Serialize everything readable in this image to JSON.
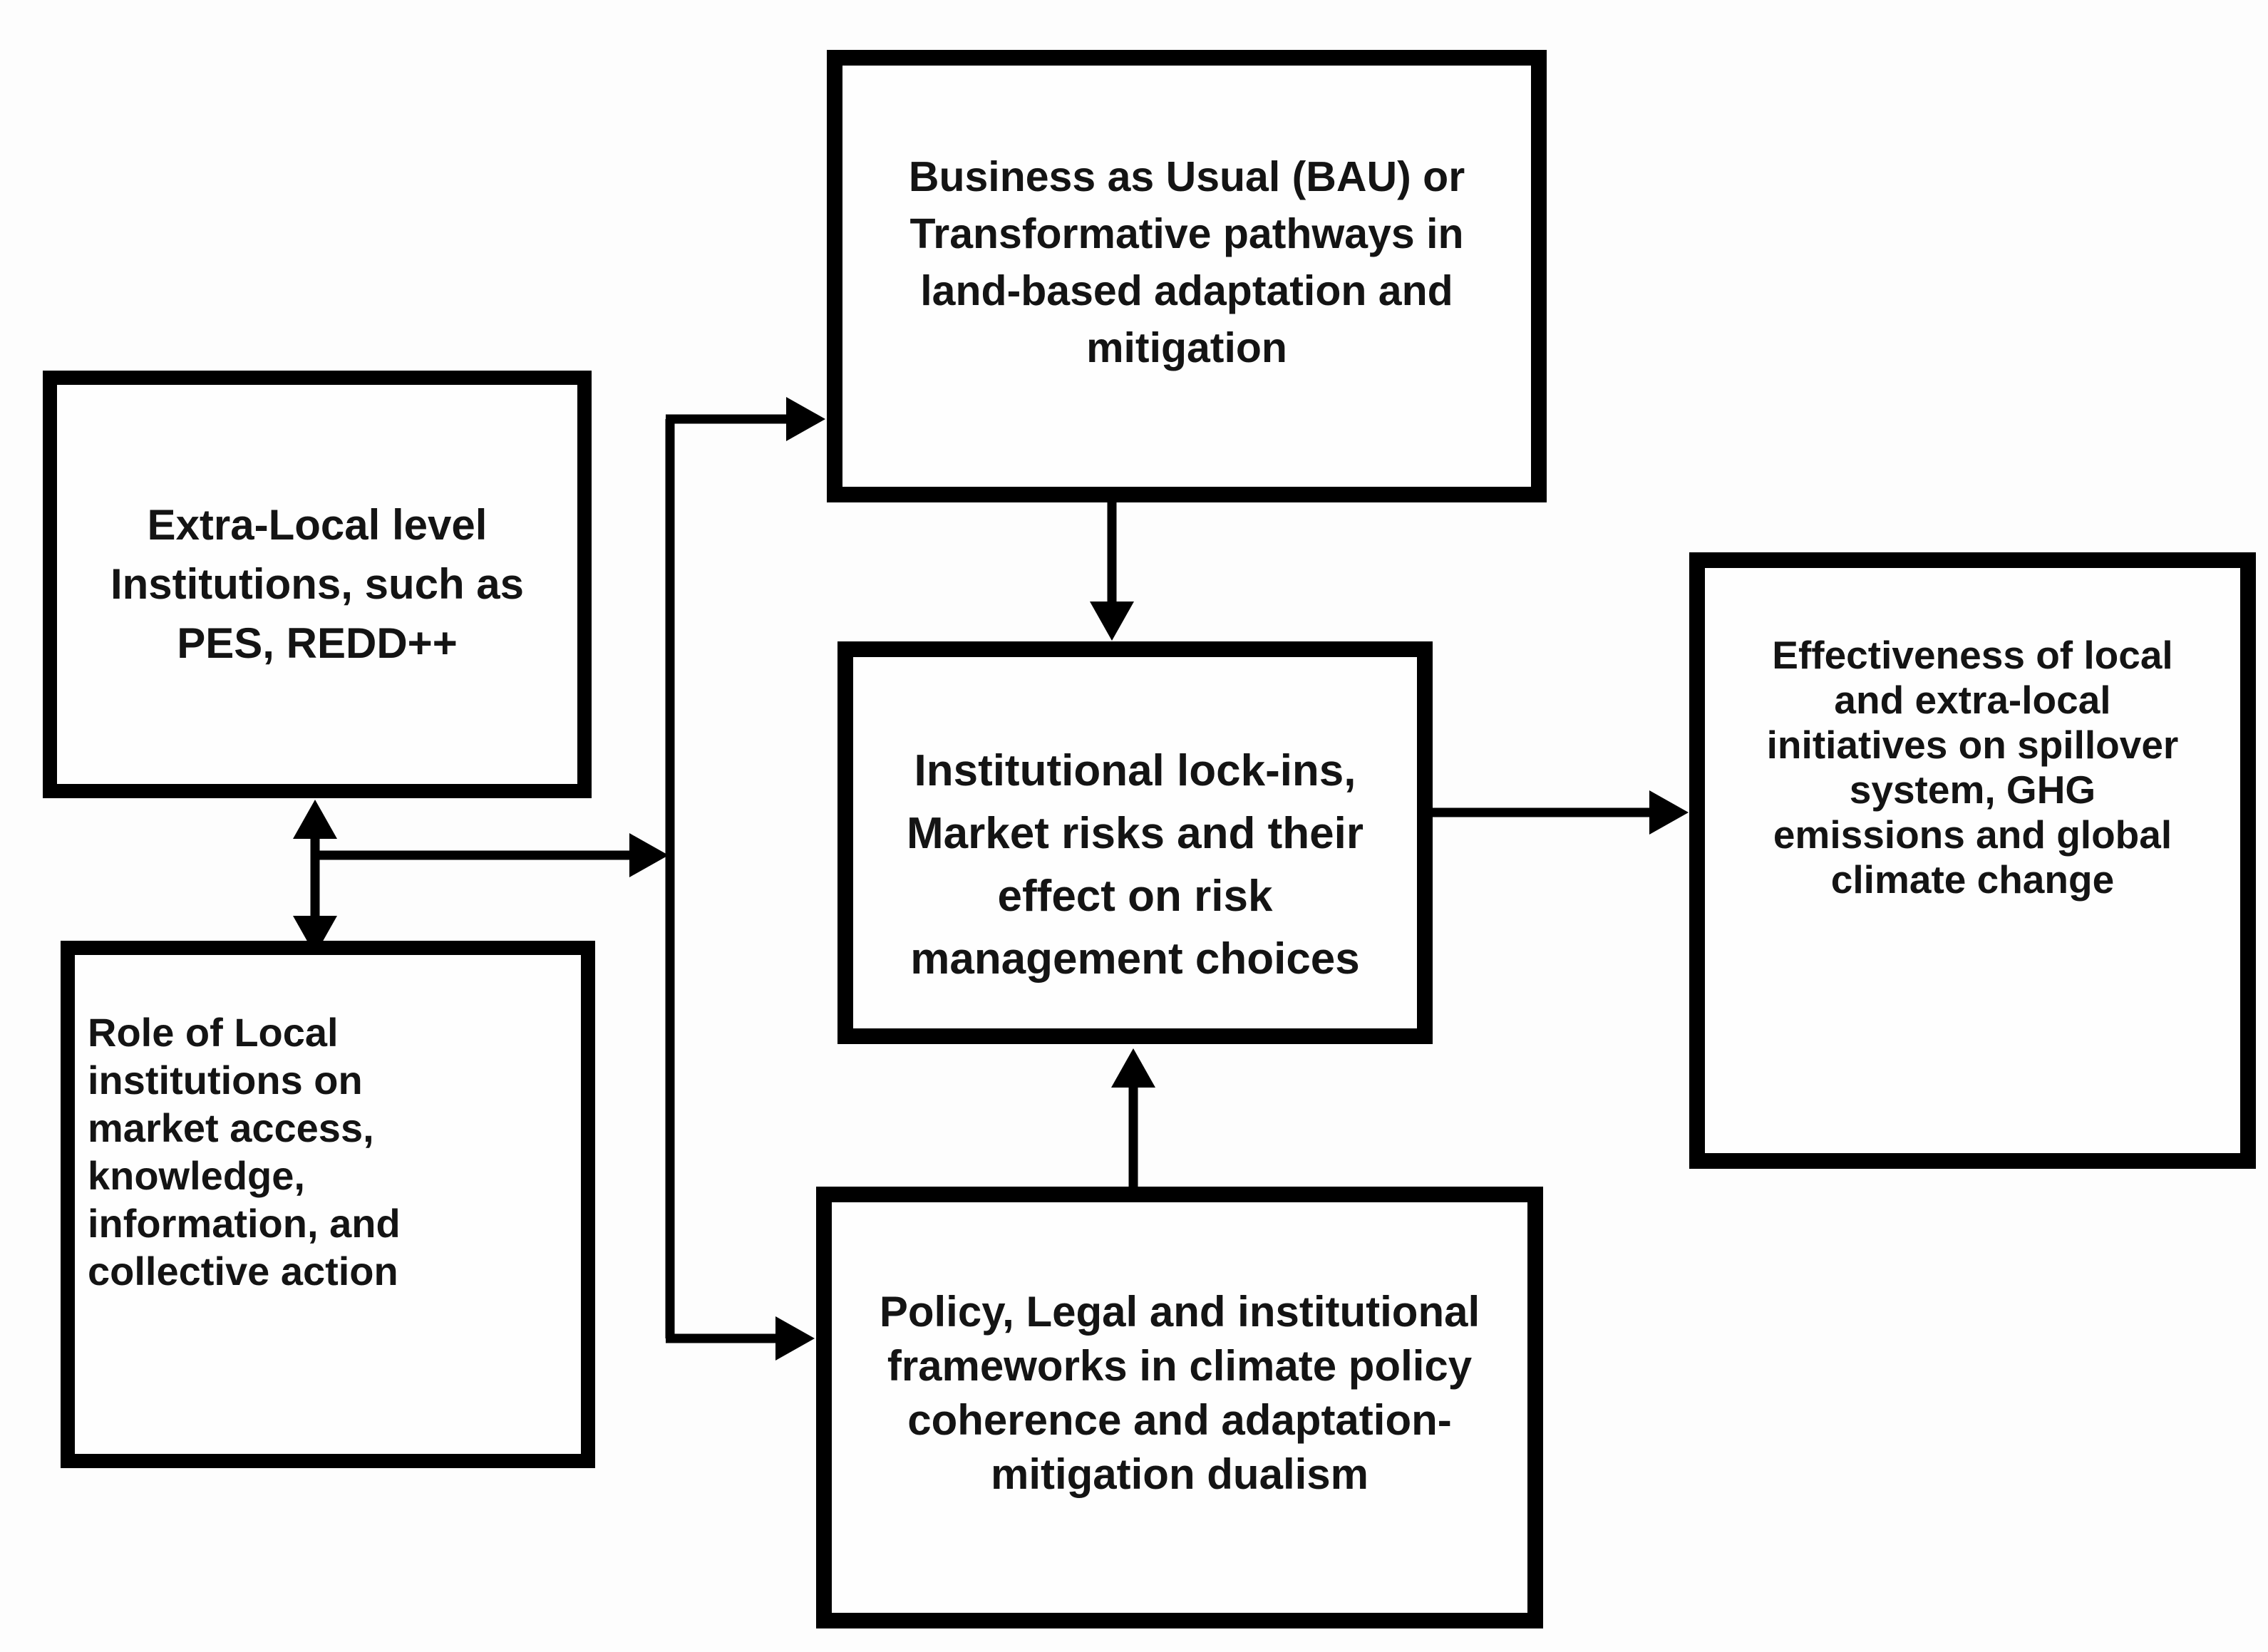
{
  "diagram": {
    "background_color": "#fdfdfd",
    "box_border_color": "#000000",
    "connector_color": "#000000",
    "text_color": "#141414",
    "boxes": {
      "extra_local": {
        "label": "Extra-Local level\nInstitutions, such as\nPES, REDD++"
      },
      "local_institutions": {
        "label": "Role of Local\ninstitutions on\nmarket access,\nknowledge,\ninformation, and\ncollective action"
      },
      "pathways": {
        "label": "Business as Usual (BAU) or\nTransformative pathways in\nland-based adaptation and\nmitigation"
      },
      "lock_ins": {
        "label": "Institutional lock-ins,\nMarket risks and their\neffect on risk\nmanagement choices"
      },
      "policy_frameworks": {
        "label": "Policy, Legal and institutional\nframeworks in climate policy\ncoherence and adaptation-\nmitigation dualism"
      },
      "effectiveness": {
        "label": "Effectiveness of local\nand extra-local\ninitiatives on spillover\nsystem, GHG\nemissions and global\nclimate change"
      }
    },
    "edges": [
      {
        "from": "extra_local",
        "to": "local_institutions",
        "style": "double-headed-vertical-arrow"
      },
      {
        "from": "extra_local_and_local_institutions",
        "to": "branch-junction",
        "style": "arrow-right"
      },
      {
        "from": "branch-junction",
        "to": "pathways",
        "style": "arrow-right"
      },
      {
        "from": "branch-junction",
        "to": "policy_frameworks",
        "style": "arrow-right"
      },
      {
        "from": "pathways",
        "to": "lock_ins",
        "style": "arrow-down"
      },
      {
        "from": "policy_frameworks",
        "to": "lock_ins",
        "style": "arrow-up"
      },
      {
        "from": "lock_ins",
        "to": "effectiveness",
        "style": "arrow-right"
      }
    ]
  }
}
